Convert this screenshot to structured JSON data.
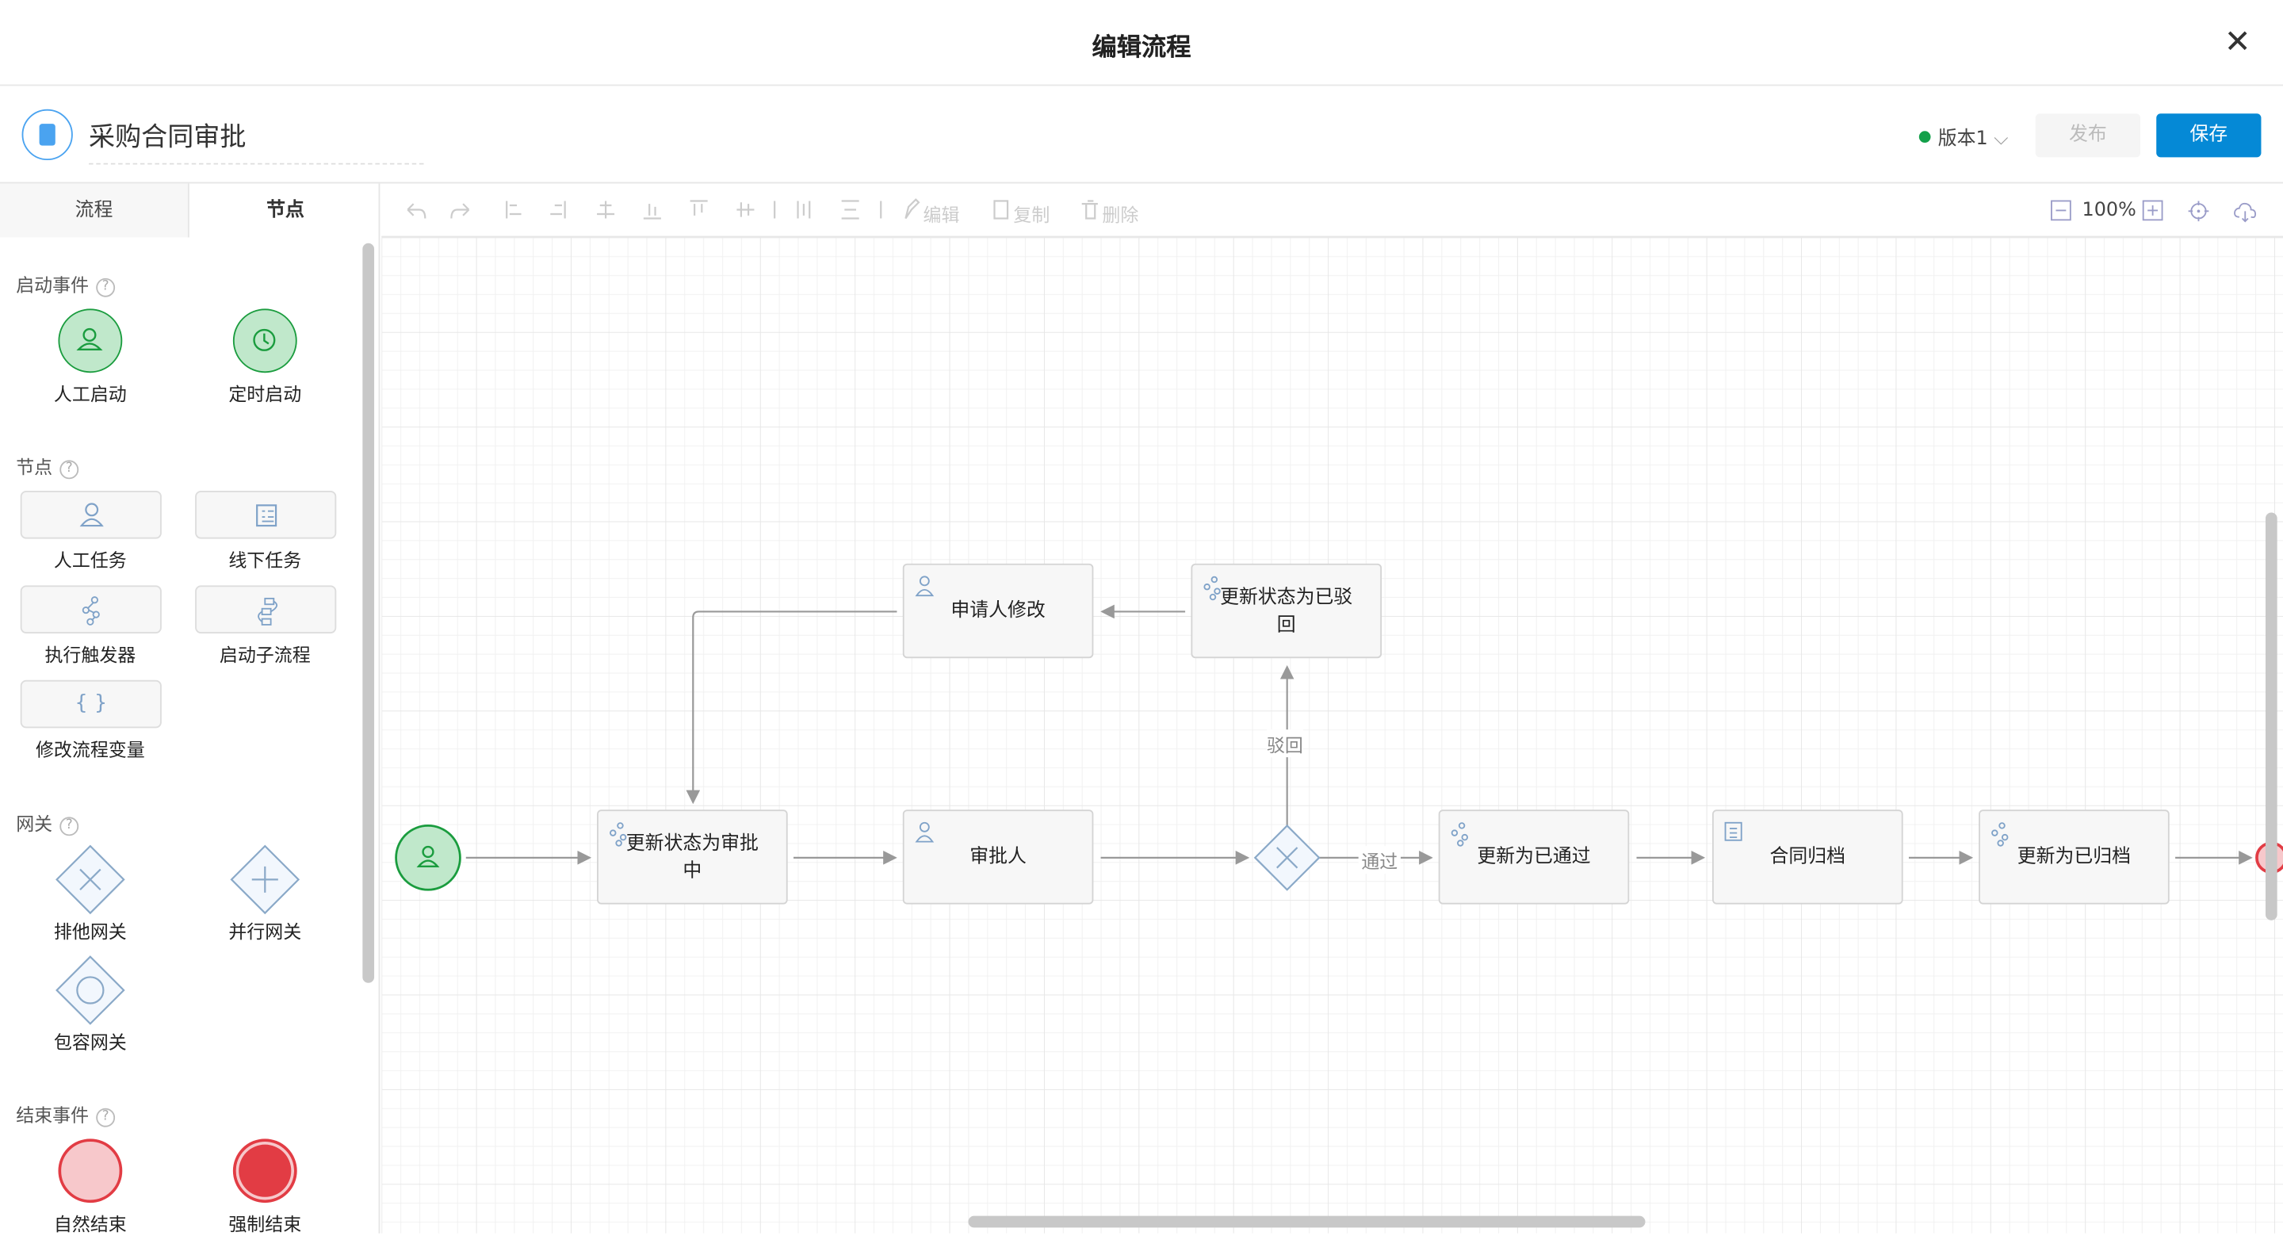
{
  "dialog": {
    "title": "编辑流程"
  },
  "process": {
    "name": "采购合同审批",
    "version": "版本1",
    "publish": "发布",
    "save": "保存"
  },
  "sidebar": {
    "tabs": [
      "流程",
      "节点"
    ],
    "sections": {
      "start": {
        "title": "启动事件",
        "items": [
          "人工启动",
          "定时启动"
        ]
      },
      "nodes": {
        "title": "节点",
        "items": [
          "人工任务",
          "线下任务",
          "执行触发器",
          "启动子流程",
          "修改流程变量"
        ]
      },
      "gateways": {
        "title": "网关",
        "items": [
          "排他网关",
          "并行网关",
          "包容网关"
        ]
      },
      "end": {
        "title": "结束事件",
        "items": [
          "自然结束",
          "强制结束"
        ]
      }
    }
  },
  "toolbar": {
    "edit": "编辑",
    "copy": "复制",
    "delete": "删除",
    "zoom": "100%"
  },
  "diagram": {
    "nodes": {
      "set_pending": "更新状态为审批中",
      "approver": "审批人",
      "applicant_edit": "申请人修改",
      "set_rejected": "更新状态为已驳回",
      "set_passed": "更新为已通过",
      "archive": "合同归档",
      "set_archived": "更新为已归档"
    },
    "edges": {
      "reject": "驳回",
      "pass": "通过"
    }
  },
  "colors": {
    "primary": "#0589d6",
    "start": "#1a9c3e",
    "end": "#e23c44",
    "node_icon": "#7fa2c8"
  }
}
